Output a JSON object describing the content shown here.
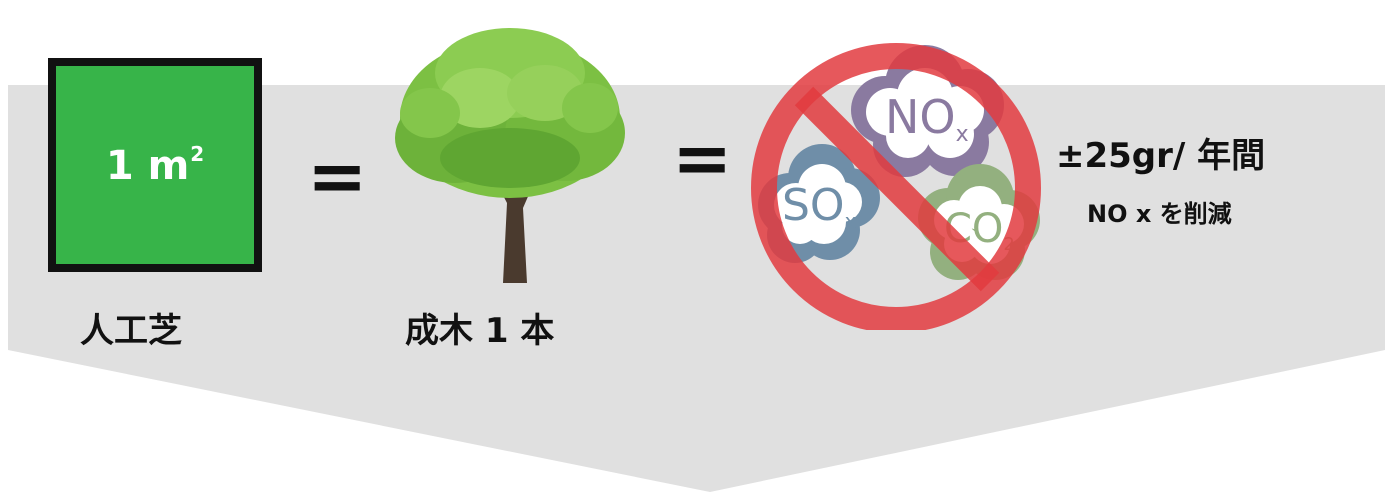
{
  "turf": {
    "area_number": "1 m",
    "area_unit_superscript": "2",
    "label": "人工芝"
  },
  "equals_sign": "=",
  "tree": {
    "label": "成木 1 本"
  },
  "gases": {
    "no": {
      "main": "NO",
      "sub": "x"
    },
    "so": {
      "main": "SO",
      "sub": "x"
    },
    "co": {
      "main": "CO",
      "sub": "2"
    }
  },
  "result": {
    "amount": "±25gr/ 年間",
    "description": "NO x を削減"
  },
  "colors": {
    "banner": "#e0e0e0",
    "turf_green": "#37b449",
    "prohibit_red": "#e23b3f",
    "no_cloud": "#8a7aa0",
    "so_cloud": "#6f8ea8",
    "co_cloud": "#93b07f"
  }
}
